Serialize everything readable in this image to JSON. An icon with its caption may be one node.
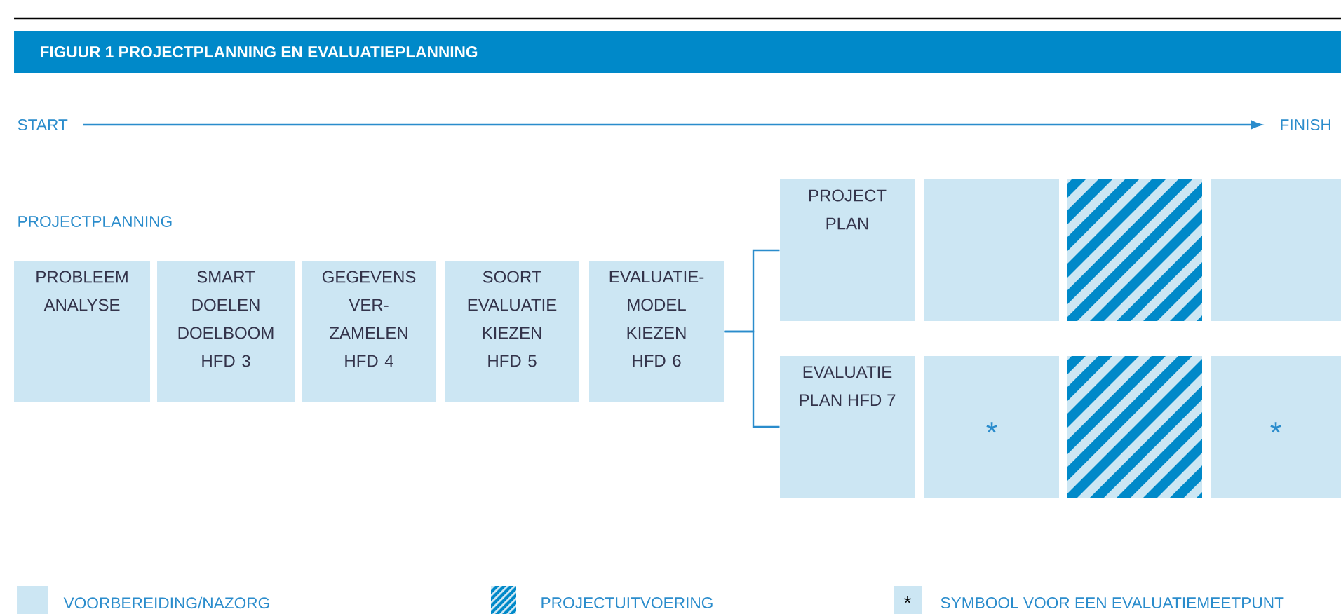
{
  "diagram": {
    "title": "FIGUUR 1 PROJECTPLANNING EN EVALUATIEPLANNING",
    "nodes": [
      {
        "text": [
          "START"
        ]
      },
      {
        "text": [
          "FINISH"
        ]
      },
      {
        "text": [
          "PROBLEEM ANALYSE"
        ]
      },
      {
        "text": [
          "SMART DOELEN DOELBOOM HFD 3"
        ]
      },
      {
        "text": [
          "GEGEVENS VER- ZAMELEN HFD 4"
        ]
      },
      {
        "text": [
          "SOORT EVALUATIE KIEZEN HFD 5"
        ]
      },
      {
        "text": [
          "EVALUATIE- MODEL KIEZEN HFD 6"
        ]
      },
      {
        "text": [
          "PROJECT PLAN"
        ]
      },
      {
        "text": [],
        "shape": "box"
      },
      {
        "text": [],
        "shape": "box"
      },
      {
        "text": [],
        "shape": "box"
      },
      {
        "text": [
          "EVALUATIE PLAN HFD 7"
        ]
      },
      {
        "text": [
          "*"
        ]
      },
      {
        "text": [],
        "shape": "box"
      },
      {
        "text": [
          "*"
        ]
      }
    ],
    "edges": [
      {
        "from": 0,
        "to": 1,
        "arrow": "to"
      },
      {
        "from": 6,
        "to": 7,
        "arrow": "none"
      },
      {
        "from": 6,
        "to": 11,
        "arrow": "none"
      }
    ],
    "labels": [
      "PROJECTPLANNING",
      "*"
    ],
    "legend": [
      {
        "text": "VOORBEREIDING/NAZORG",
        "color": "#cce6f3"
      },
      {
        "text": "PROJECTUITVOERING"
      },
      {
        "text": "SYMBOOL VOOR EEN EVALUATIEMEETPUNT"
      }
    ]
  }
}
